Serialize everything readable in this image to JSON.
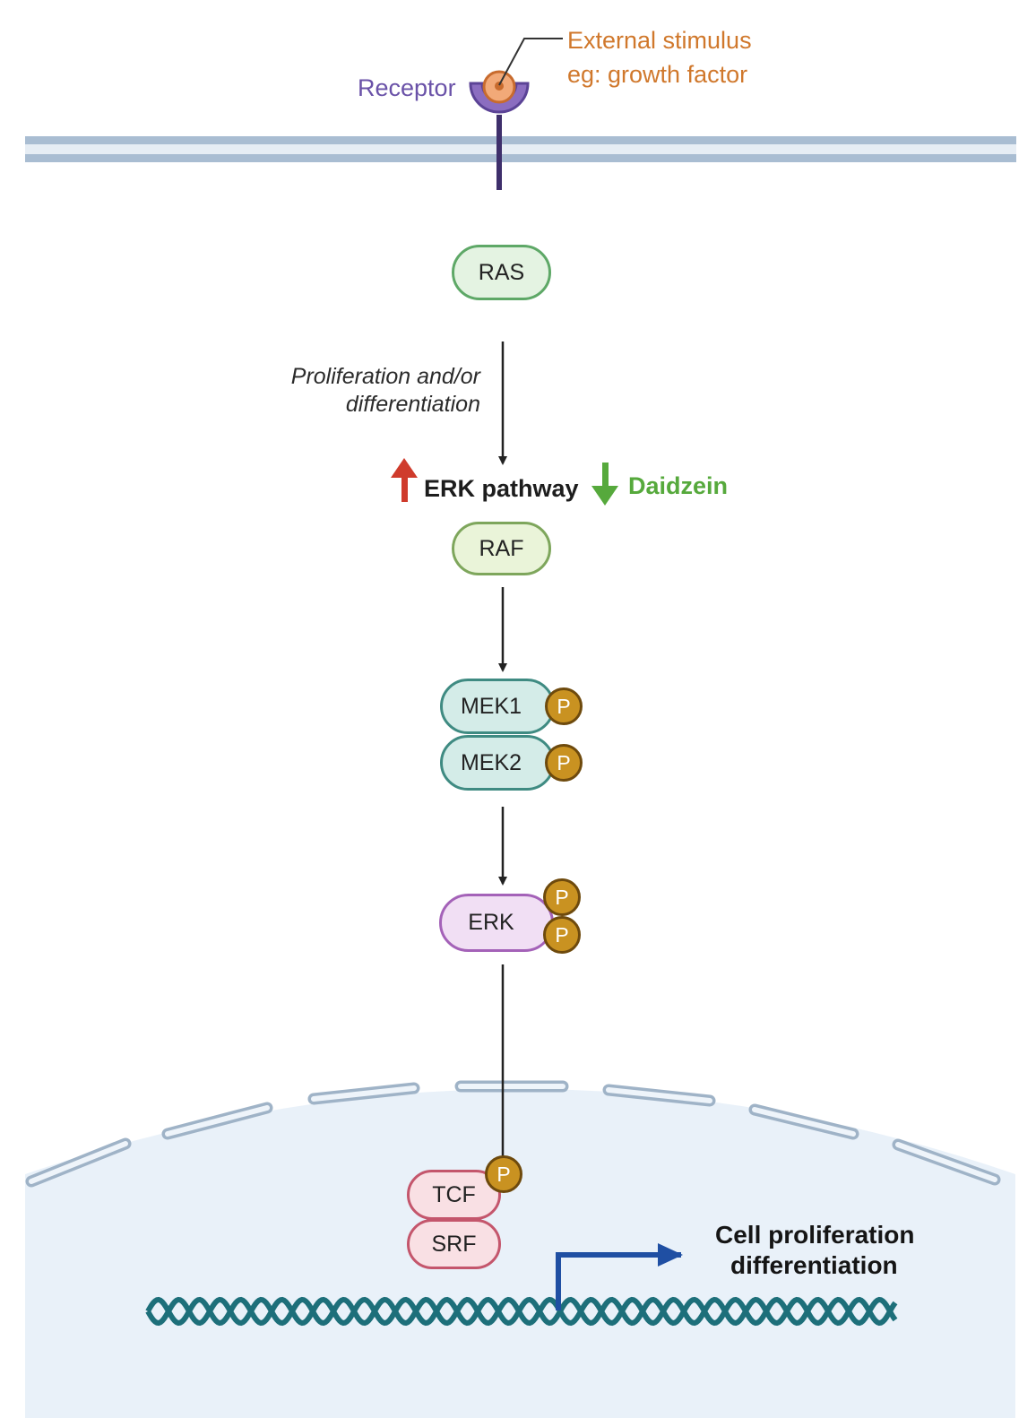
{
  "labels": {
    "receptor": "Receptor",
    "stimulus_line1": "External stimulus",
    "stimulus_line2": "eg: growth factor",
    "effect_line1": "Proliferation and/or",
    "effect_line2": "differentiation",
    "pathway": "ERK pathway",
    "compound": "Daidzein",
    "outcome_line1": "Cell proliferation",
    "outcome_line2": "differentiation"
  },
  "nodes": {
    "ras": "RAS",
    "raf": "RAF",
    "mek1": "MEK1",
    "mek2": "MEK2",
    "erk": "ERK",
    "tcf": "TCF",
    "srf": "SRF"
  },
  "phospho_label": "P",
  "indicators": {
    "pathway_direction": "up",
    "compound_direction": "down"
  },
  "colors": {
    "receptor": "#6a52a8",
    "stimulus": "#d0782c",
    "pathway_up_arrow": "#cf3b2c",
    "compound_down_arrow": "#56a93c",
    "membrane": "#a9bdd2",
    "nucleus_fill": "#e9f1f9",
    "dna_strand": "#1d6f7a",
    "transcription_arrow": "#1f4fa3",
    "phosphate": "#c99221"
  }
}
